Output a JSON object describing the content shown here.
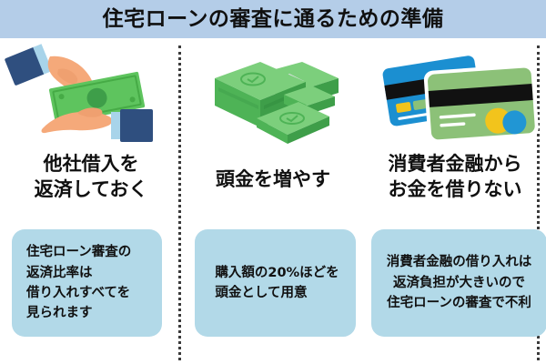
{
  "header": {
    "title": "住宅ローンの審査に通るための準備",
    "background_color": "#b4cde8",
    "text_color": "#101010"
  },
  "theme": {
    "page_background": "#ffffff",
    "body_box_color": "#b2d9e8",
    "divider_color": "#3a3a3a",
    "money_green": "#4caf50",
    "money_green_dark": "#3e9e49",
    "skin_tone": "#f5a97a",
    "sleeve_navy": "#2f4f7f",
    "cuff_blue": "#a8d4ea",
    "card_blue": "#1b8fd1",
    "card_green": "#8cc178",
    "card_stripe_black": "#111111",
    "card_chip_yellow": "#f2c41c",
    "card_logo_blue": "#2196d4"
  },
  "columns": [
    {
      "id": "column-1",
      "illustration": "hands-exchanging-money-icon",
      "heading": "他社借入を\n返済しておく",
      "body": "住宅ローン審査の\n返済比率は\n借り入れすべてを\n見られます"
    },
    {
      "id": "column-2",
      "illustration": "cash-bundles-icon",
      "heading": "頭金を増やす",
      "body": "購入額の20%ほどを\n頭金として用意"
    },
    {
      "id": "column-3",
      "illustration": "credit-cards-icon",
      "heading": "消費者金融から\nお金を借りない",
      "body": "消費者金融の借り入れは\n返済負担が大きいので\n住宅ローンの審査で不利"
    }
  ]
}
